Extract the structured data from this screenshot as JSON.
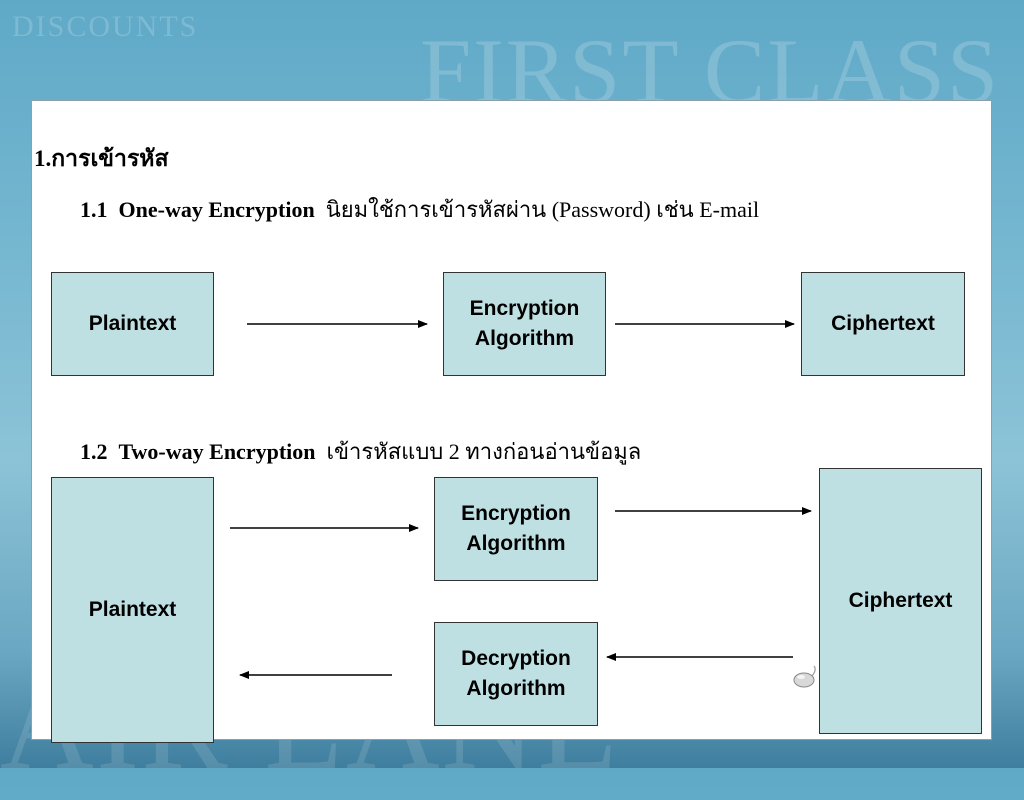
{
  "heading": "1.การเข้ารหัส",
  "section1": {
    "number": "1.1",
    "term": "One-way Encryption",
    "description": "นิยมใช้การเข้ารหัสผ่าน (Password) เช่น E-mail",
    "boxes": {
      "plaintext": "Plaintext",
      "algorithm_line1": "Encryption",
      "algorithm_line2": "Algorithm",
      "ciphertext": "Ciphertext"
    }
  },
  "section2": {
    "number": "1.2",
    "term": "Two-way Encryption",
    "description": "เข้ารหัสแบบ 2 ทางก่อนอ่านข้อมูล",
    "boxes": {
      "plaintext": "Plaintext",
      "encryption_line1": "Encryption",
      "encryption_line2": "Algorithm",
      "decryption_line1": "Decryption",
      "decryption_line2": "Algorithm",
      "ciphertext": "Ciphertext"
    }
  },
  "background": {
    "word1": "DISCOUNTS",
    "word2": "FIRST CLASS",
    "word3": "AIR LANE"
  },
  "colors": {
    "box_fill": "#bfe0e3",
    "panel": "#ffffff",
    "backdrop": "#74b6d0"
  },
  "icons": {
    "arrow": "arrow-right-icon",
    "cursor": "mouse-icon"
  }
}
